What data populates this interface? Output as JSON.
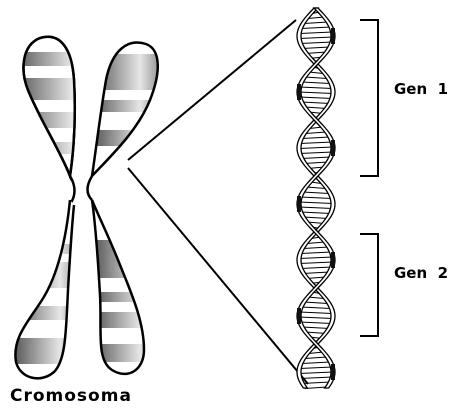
{
  "labels": {
    "chromosome": "Cromosoma",
    "gene1": "Gen  1",
    "gene2": "Gen  2"
  },
  "colors": {
    "ink": "#000000",
    "background": "#ffffff",
    "band_dark": "#3a3a3a",
    "band_mid": "#9a9a9a",
    "band_light": "#d8d8d8"
  }
}
